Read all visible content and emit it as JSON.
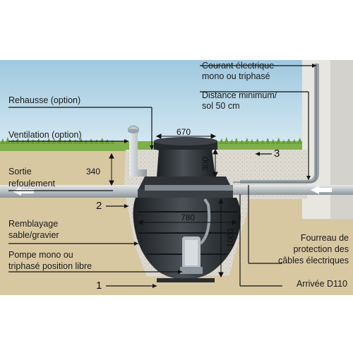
{
  "labels": {
    "courant_l1": "Courant électrique",
    "courant_l2": "mono ou triphasé",
    "distance_l1": "Distance minimum/",
    "distance_l2": "sol 50 cm",
    "rehausse": "Rehausse (option)",
    "ventilation": "Ventilation (option)",
    "sortie_l1": "Sortie",
    "sortie_l2": "refoulement",
    "remblayage_l1": "Remblayage",
    "remblayage_l2": "sable/gravier",
    "pompe_l1": "Pompe mono ou",
    "pompe_l2": "triphasé position libre",
    "fourreau_l1": "Fourreau de",
    "fourreau_l2": "protection des",
    "fourreau_l3": "câbles électriques",
    "arrivee": "Arrivée D110"
  },
  "dimensions": {
    "d670": "670",
    "d300": "300",
    "d340": "340",
    "d780": "780",
    "d1000": "1000"
  },
  "markers": {
    "m1": "1",
    "m2": "2",
    "m3": "3"
  },
  "colors": {
    "sky": "#bcd9ea",
    "grass": "#7fb04a",
    "soil": "#d9c9a3",
    "concrete": "#d8d8d2",
    "tank": "#2b2f33",
    "pipe": "#c9cfd3"
  }
}
